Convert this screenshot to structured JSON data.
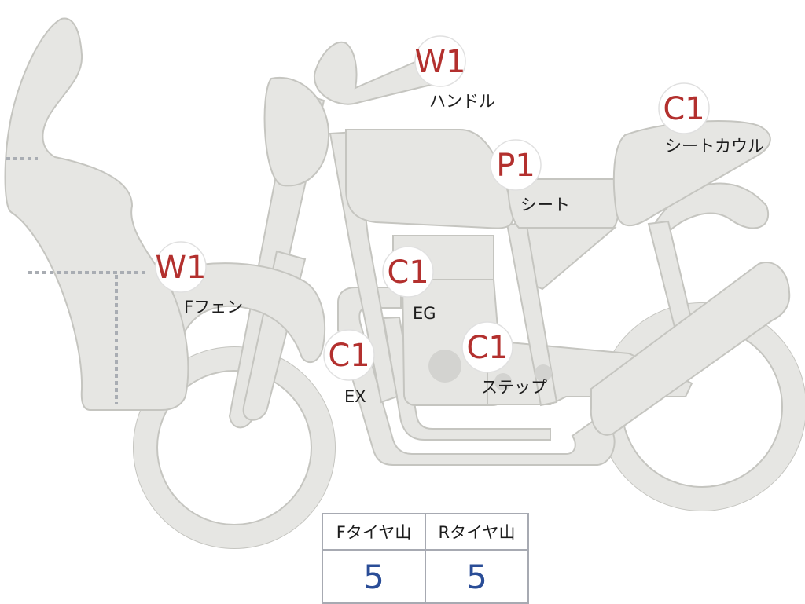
{
  "labels": [
    {
      "id": "handle",
      "code": "W1",
      "name": "ハンドル"
    },
    {
      "id": "seat-cowl",
      "code": "C1",
      "name": "シートカウル"
    },
    {
      "id": "seat",
      "code": "P1",
      "name": "シート"
    },
    {
      "id": "front-fender",
      "code": "W1",
      "name": "Fフェン"
    },
    {
      "id": "engine",
      "code": "C1",
      "name": "EG"
    },
    {
      "id": "exhaust",
      "code": "C1",
      "name": "EX"
    },
    {
      "id": "step",
      "code": "C1",
      "name": "ステップ"
    }
  ],
  "tire_table": {
    "headers": [
      "Fタイヤ山",
      "Rタイヤ山"
    ],
    "values": [
      "5",
      "5"
    ]
  },
  "colors": {
    "code_text": "#b3302e",
    "table_value": "#2a4d97",
    "bike_fill": "#e6e6e3",
    "bike_outline": "#c5c5c0"
  }
}
